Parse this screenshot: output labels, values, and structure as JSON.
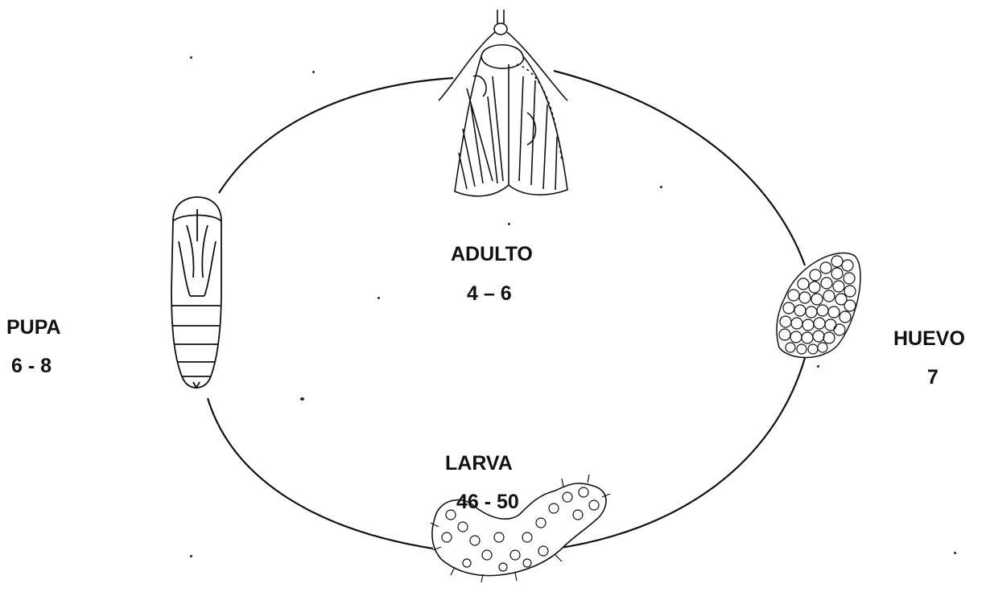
{
  "stages": {
    "adulto": {
      "name": "ADULTO",
      "days": "4 – 6",
      "icon": "moth-icon"
    },
    "huevo": {
      "name": "HUEVO",
      "days": "7",
      "icon": "egg-cluster-icon"
    },
    "larva": {
      "name": "LARVA",
      "days": "46 - 50",
      "icon": "caterpillar-icon"
    },
    "pupa": {
      "name": "PUPA",
      "days": "6 - 8",
      "icon": "pupa-icon"
    }
  },
  "colors": {
    "line": "#111111",
    "background": "#ffffff"
  }
}
